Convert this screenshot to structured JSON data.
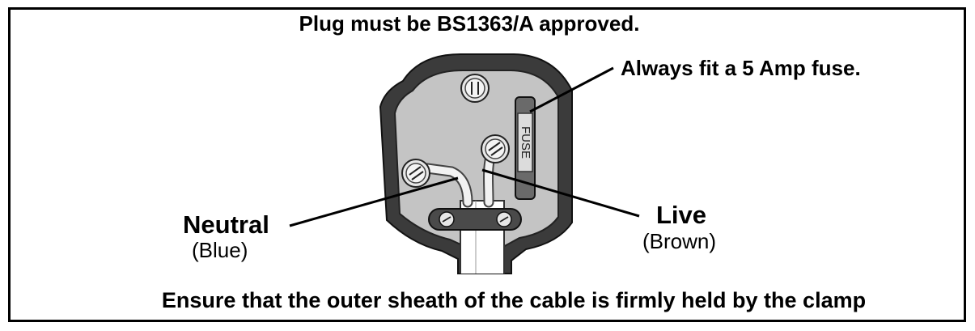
{
  "title": "Plug must be BS1363/A approved.",
  "fuse_note": "Always fit a 5 Amp fuse.",
  "fuse_label": "FUSE",
  "neutral": {
    "label": "Neutral",
    "color": "(Blue)"
  },
  "live": {
    "label": "Live",
    "color": "(Brown)"
  },
  "bottom_note": "Ensure that the outer sheath of the cable is firmly held by the clamp"
}
